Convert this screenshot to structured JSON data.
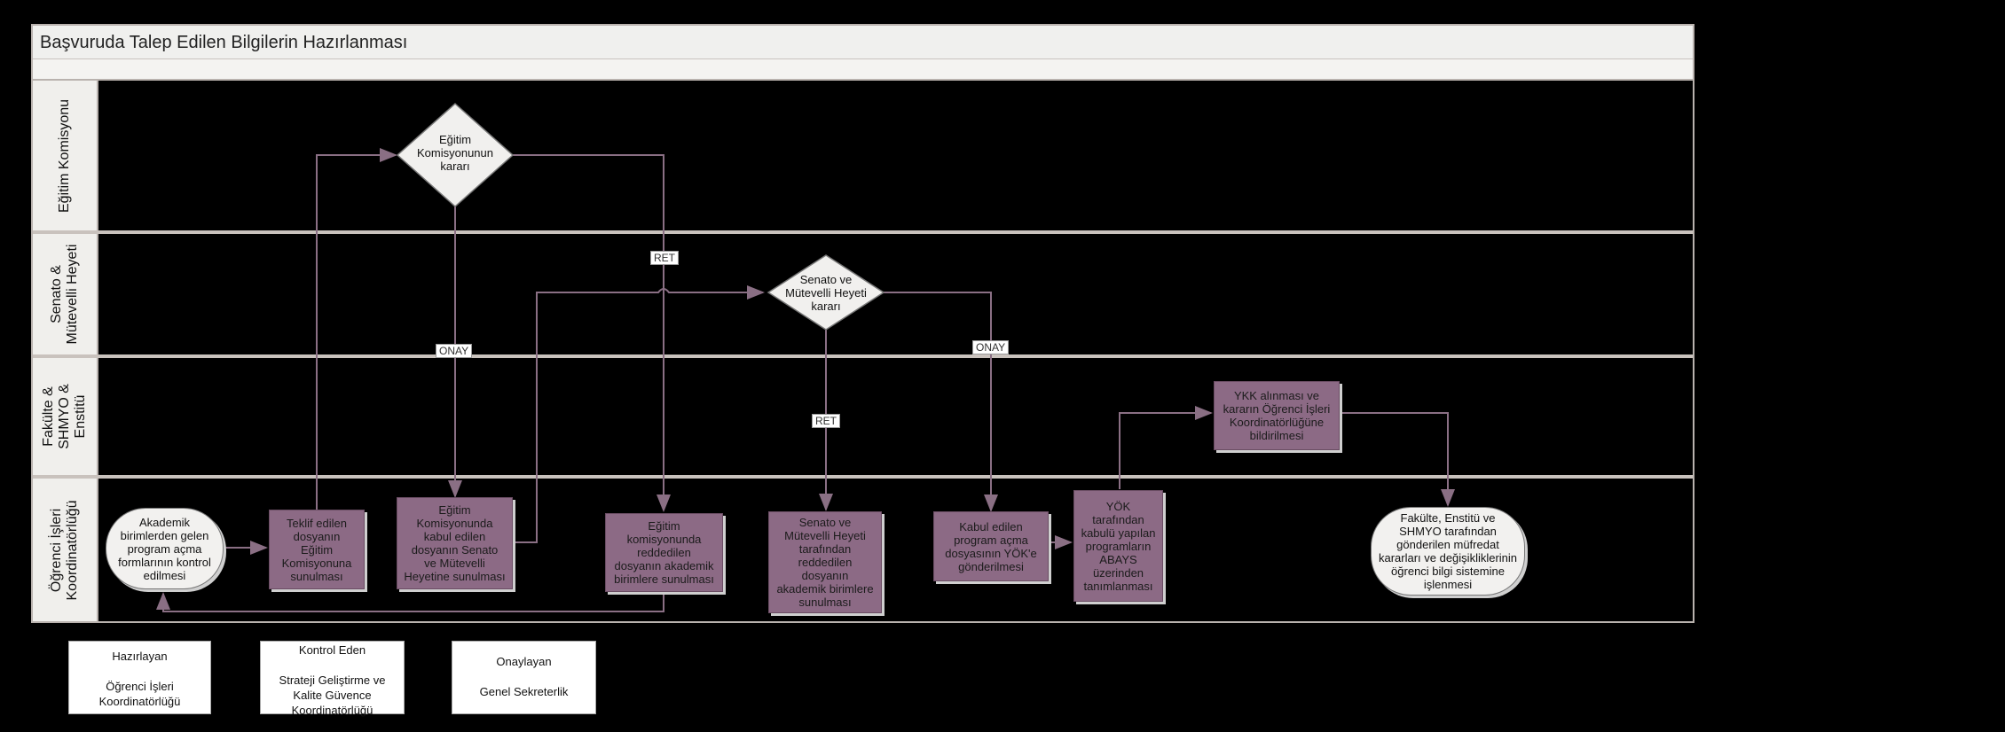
{
  "title": "Başvuruda Talep Edilen Bilgilerin Hazırlanması",
  "lanes": [
    "Eğitim Komisyonu",
    "Senato &\nMütevelli Heyeti",
    "Fakülte &\nSHMYO &\nEnstitü",
    "Öğrenci İşleri\nKoordinatörlüğü"
  ],
  "nodes": {
    "start": "Akademik\nbirimlerden gelen\nprogram açma\nformlarının kontrol\nedilmesi",
    "teklif": "Teklif edilen\ndosyanın\nEğitim\nKomisyonuna\nsunulması",
    "komisyon_karar": "Eğitim\nKomisyonunun\nkararı",
    "kabul_senato": "Eğitim\nKomisyonunda\nkabul edilen\ndosyanın Senato\nve Mütevelli\nHeyetine sunulması",
    "reddedilen_komisyon": "Eğitim\nkomisyonunda\nreddedilen\ndosyanın akademik\nbirimlere sunulması",
    "senato_karar": "Senato ve\nMütevelli Heyeti\nkararı",
    "senato_red": "Senato ve\nMütevelli Heyeti\ntarafından\nreddedilen\ndosyanın\nakademik birimlere\nsunulması",
    "yok_gonder": "Kabul edilen\nprogram açma\ndosyasının YÖK'e\ngönderilmesi",
    "abays": "YÖK\ntarafından\nkabulü yapılan\nprogramların\nABAYS\nüzerinden\ntanımlanması",
    "ykk": "YKK alınması ve\nkararın Öğrenci İşleri\nKoordinatörlüğüne\nbildirilmesi",
    "end": "Fakülte, Enstitü ve\nSHMYO tarafından\ngönderilen müfredat\nkararları ve değişikliklerinin\nöğrenci bilgi sistemine\nişlenmesi"
  },
  "labels": {
    "onay1": "ONAY",
    "ret1": "RET",
    "onay2": "ONAY",
    "ret2": "RET"
  },
  "signatures": {
    "hazirlayan": "Hazırlayan\n\nÖğrenci İşleri\nKoordinatörlüğü",
    "kontrol": "Kontrol Eden\n\nStrateji Geliştirme ve\nKalite Güvence\nKoordinatörlüğü",
    "onaylayan": "Onaylayan\n\nGenel Sekreterlik"
  }
}
